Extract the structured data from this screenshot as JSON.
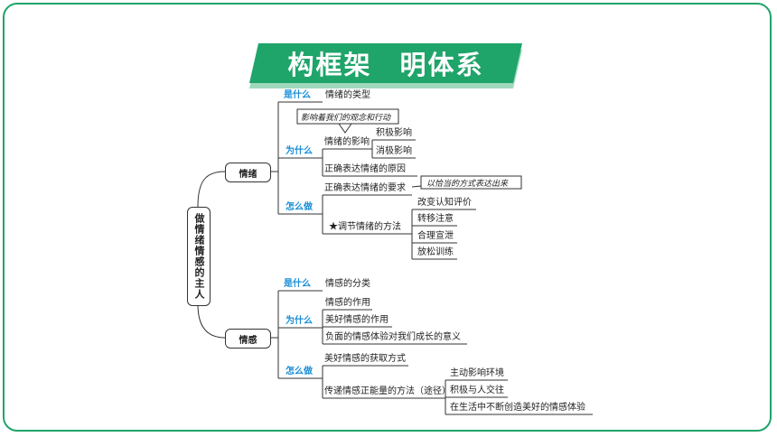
{
  "title": "构框架　明体系",
  "root": "做情绪情感的主人",
  "emotion": {
    "label": "情绪",
    "what_q": "是什么",
    "what_a": "情绪的类型",
    "why_q": "为什么",
    "callout": "影响着我们的观念和行动",
    "influence": "情绪的影响",
    "positive": "积极影响",
    "negative": "消极影响",
    "reason": "正确表达情绪的原因",
    "how_q": "怎么做",
    "require": "正确表达情绪的要求",
    "require_note": "以恰当的方式表达出来",
    "adjust": "★调节情绪的方法",
    "methods": [
      "改变认知评价",
      "转移注意",
      "合理宣泄",
      "放松训练"
    ]
  },
  "feeling": {
    "label": "情感",
    "what_q": "是什么",
    "what_a": "情感的分类",
    "why_q": "为什么",
    "why_items": [
      "情感的作用",
      "美好情感的作用",
      "负面的情感体验对我们成长的意义"
    ],
    "how_q": "怎么做",
    "obtain": "美好情感的获取方式",
    "transmit": "传递情感正能量的方法（途径）",
    "transmit_items": [
      "主动影响环境",
      "积极与人交往",
      "在生活中不断创造美好的情感体验"
    ]
  },
  "colors": {
    "green": "#1fa46a",
    "blue": "#1b8fd6"
  }
}
